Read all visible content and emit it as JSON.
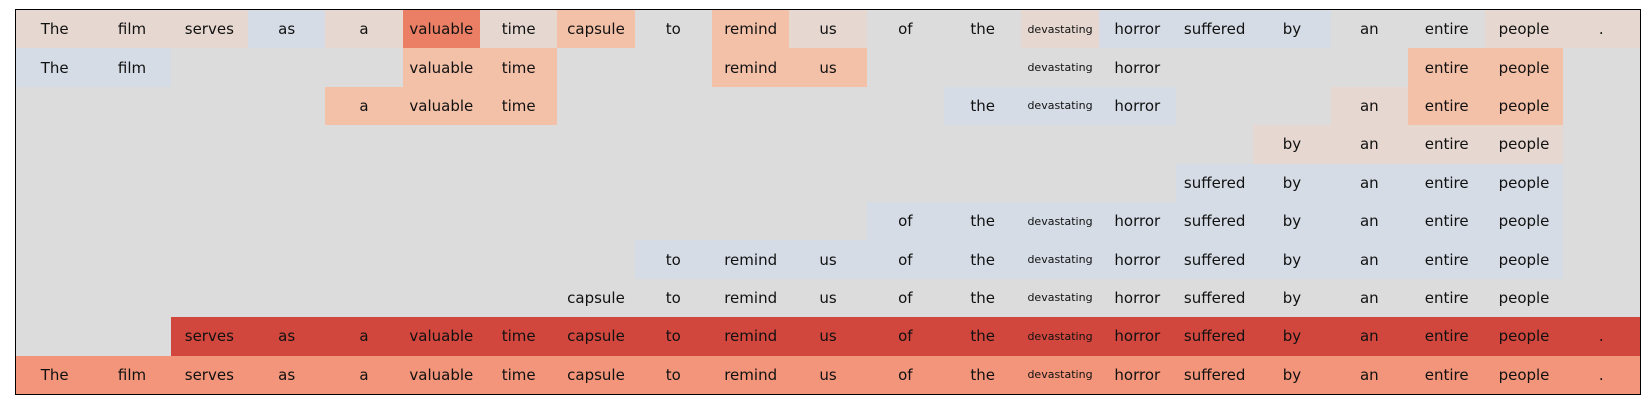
{
  "tokens": [
    "The",
    "film",
    "serves",
    "as",
    "a",
    "valuable",
    "time",
    "capsule",
    "to",
    "remind",
    "us",
    "of",
    "the",
    "devastating",
    "horror",
    "suffered",
    "by",
    "an",
    "entire",
    "people",
    "."
  ],
  "palette": {
    "background": "#dcdcdc",
    "blue": "#d5dce6",
    "light": "#e6d8d0",
    "salmon": "#f3c0a8",
    "orange": "#f3957a",
    "darkorange": "#ea7f65",
    "red": "#d2473d"
  },
  "rows": [
    {
      "cells": [
        {
          "i": 0,
          "c": "light"
        },
        {
          "i": 1,
          "c": "light"
        },
        {
          "i": 2,
          "c": "light"
        },
        {
          "i": 3,
          "c": "blue"
        },
        {
          "i": 4,
          "c": "light"
        },
        {
          "i": 5,
          "c": "darkorange"
        },
        {
          "i": 6,
          "c": "light"
        },
        {
          "i": 7,
          "c": "salmon"
        },
        {
          "i": 8,
          "c": "background"
        },
        {
          "i": 9,
          "c": "salmon"
        },
        {
          "i": 10,
          "c": "light"
        },
        {
          "i": 11,
          "c": "background"
        },
        {
          "i": 12,
          "c": "background"
        },
        {
          "i": 13,
          "c": "light"
        },
        {
          "i": 14,
          "c": "blue"
        },
        {
          "i": 15,
          "c": "blue"
        },
        {
          "i": 16,
          "c": "blue"
        },
        {
          "i": 17,
          "c": "background"
        },
        {
          "i": 18,
          "c": "background"
        },
        {
          "i": 19,
          "c": "light"
        },
        {
          "i": 20,
          "c": "light"
        }
      ]
    },
    {
      "cells": [
        {
          "i": 0,
          "c": "blue"
        },
        {
          "i": 1,
          "c": "blue"
        },
        {
          "i": 5,
          "c": "salmon"
        },
        {
          "i": 6,
          "c": "salmon"
        },
        {
          "i": 9,
          "c": "salmon"
        },
        {
          "i": 10,
          "c": "salmon"
        },
        {
          "i": 13,
          "c": "background"
        },
        {
          "i": 14,
          "c": "background"
        },
        {
          "i": 18,
          "c": "salmon"
        },
        {
          "i": 19,
          "c": "salmon"
        }
      ]
    },
    {
      "cells": [
        {
          "i": 4,
          "c": "salmon"
        },
        {
          "i": 5,
          "c": "salmon"
        },
        {
          "i": 6,
          "c": "salmon"
        },
        {
          "i": 12,
          "c": "blue"
        },
        {
          "i": 13,
          "c": "blue"
        },
        {
          "i": 14,
          "c": "blue"
        },
        {
          "i": 17,
          "c": "light"
        },
        {
          "i": 18,
          "c": "salmon"
        },
        {
          "i": 19,
          "c": "salmon"
        }
      ]
    },
    {
      "cells": [
        {
          "i": 16,
          "c": "light"
        },
        {
          "i": 17,
          "c": "light"
        },
        {
          "i": 18,
          "c": "light"
        },
        {
          "i": 19,
          "c": "light"
        }
      ]
    },
    {
      "cells": [
        {
          "i": 15,
          "c": "blue"
        },
        {
          "i": 16,
          "c": "blue"
        },
        {
          "i": 17,
          "c": "blue"
        },
        {
          "i": 18,
          "c": "blue"
        },
        {
          "i": 19,
          "c": "blue"
        }
      ]
    },
    {
      "cells": [
        {
          "i": 11,
          "c": "blue"
        },
        {
          "i": 12,
          "c": "blue"
        },
        {
          "i": 13,
          "c": "blue"
        },
        {
          "i": 14,
          "c": "blue"
        },
        {
          "i": 15,
          "c": "blue"
        },
        {
          "i": 16,
          "c": "blue"
        },
        {
          "i": 17,
          "c": "blue"
        },
        {
          "i": 18,
          "c": "blue"
        },
        {
          "i": 19,
          "c": "blue"
        }
      ]
    },
    {
      "cells": [
        {
          "i": 8,
          "c": "blue"
        },
        {
          "i": 9,
          "c": "blue"
        },
        {
          "i": 10,
          "c": "blue"
        },
        {
          "i": 11,
          "c": "blue"
        },
        {
          "i": 12,
          "c": "blue"
        },
        {
          "i": 13,
          "c": "blue"
        },
        {
          "i": 14,
          "c": "blue"
        },
        {
          "i": 15,
          "c": "blue"
        },
        {
          "i": 16,
          "c": "blue"
        },
        {
          "i": 17,
          "c": "blue"
        },
        {
          "i": 18,
          "c": "blue"
        },
        {
          "i": 19,
          "c": "blue"
        }
      ]
    },
    {
      "cells": [
        {
          "i": 7,
          "c": "background"
        },
        {
          "i": 8,
          "c": "background"
        },
        {
          "i": 9,
          "c": "background"
        },
        {
          "i": 10,
          "c": "background"
        },
        {
          "i": 11,
          "c": "background"
        },
        {
          "i": 12,
          "c": "background"
        },
        {
          "i": 13,
          "c": "background"
        },
        {
          "i": 14,
          "c": "background"
        },
        {
          "i": 15,
          "c": "background"
        },
        {
          "i": 16,
          "c": "background"
        },
        {
          "i": 17,
          "c": "background"
        },
        {
          "i": 18,
          "c": "background"
        },
        {
          "i": 19,
          "c": "background"
        }
      ]
    },
    {
      "cells": [
        {
          "i": 2,
          "c": "red"
        },
        {
          "i": 3,
          "c": "red"
        },
        {
          "i": 4,
          "c": "red"
        },
        {
          "i": 5,
          "c": "red"
        },
        {
          "i": 6,
          "c": "red"
        },
        {
          "i": 7,
          "c": "red"
        },
        {
          "i": 8,
          "c": "red"
        },
        {
          "i": 9,
          "c": "red"
        },
        {
          "i": 10,
          "c": "red"
        },
        {
          "i": 11,
          "c": "red"
        },
        {
          "i": 12,
          "c": "red"
        },
        {
          "i": 13,
          "c": "red"
        },
        {
          "i": 14,
          "c": "red"
        },
        {
          "i": 15,
          "c": "red"
        },
        {
          "i": 16,
          "c": "red"
        },
        {
          "i": 17,
          "c": "red"
        },
        {
          "i": 18,
          "c": "red"
        },
        {
          "i": 19,
          "c": "red"
        },
        {
          "i": 20,
          "c": "red"
        }
      ]
    },
    {
      "cells": [
        {
          "i": 0,
          "c": "orange"
        },
        {
          "i": 1,
          "c": "orange"
        },
        {
          "i": 2,
          "c": "orange"
        },
        {
          "i": 3,
          "c": "orange"
        },
        {
          "i": 4,
          "c": "orange"
        },
        {
          "i": 5,
          "c": "orange"
        },
        {
          "i": 6,
          "c": "orange"
        },
        {
          "i": 7,
          "c": "orange"
        },
        {
          "i": 8,
          "c": "orange"
        },
        {
          "i": 9,
          "c": "orange"
        },
        {
          "i": 10,
          "c": "orange"
        },
        {
          "i": 11,
          "c": "orange"
        },
        {
          "i": 12,
          "c": "orange"
        },
        {
          "i": 13,
          "c": "orange"
        },
        {
          "i": 14,
          "c": "orange"
        },
        {
          "i": 15,
          "c": "orange"
        },
        {
          "i": 16,
          "c": "orange"
        },
        {
          "i": 17,
          "c": "orange"
        },
        {
          "i": 18,
          "c": "orange"
        },
        {
          "i": 19,
          "c": "orange"
        },
        {
          "i": 20,
          "c": "orange"
        }
      ]
    }
  ]
}
